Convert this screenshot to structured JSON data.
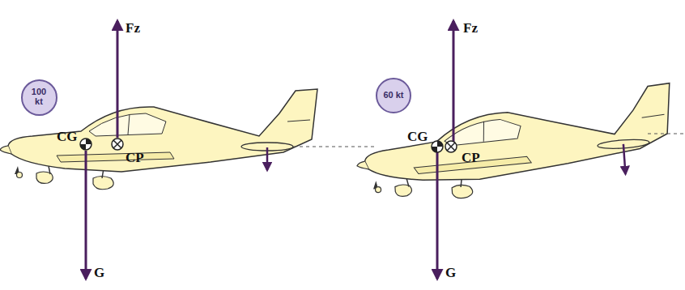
{
  "diagram": {
    "nodes": [
      {
        "text": [
          "100 kt"
        ]
      },
      {
        "text": [
          "60 kt"
        ]
      }
    ],
    "labels": [
      "Fz",
      "CG",
      "CP",
      "G",
      "Fz",
      "CG",
      "CP",
      "G"
    ]
  }
}
